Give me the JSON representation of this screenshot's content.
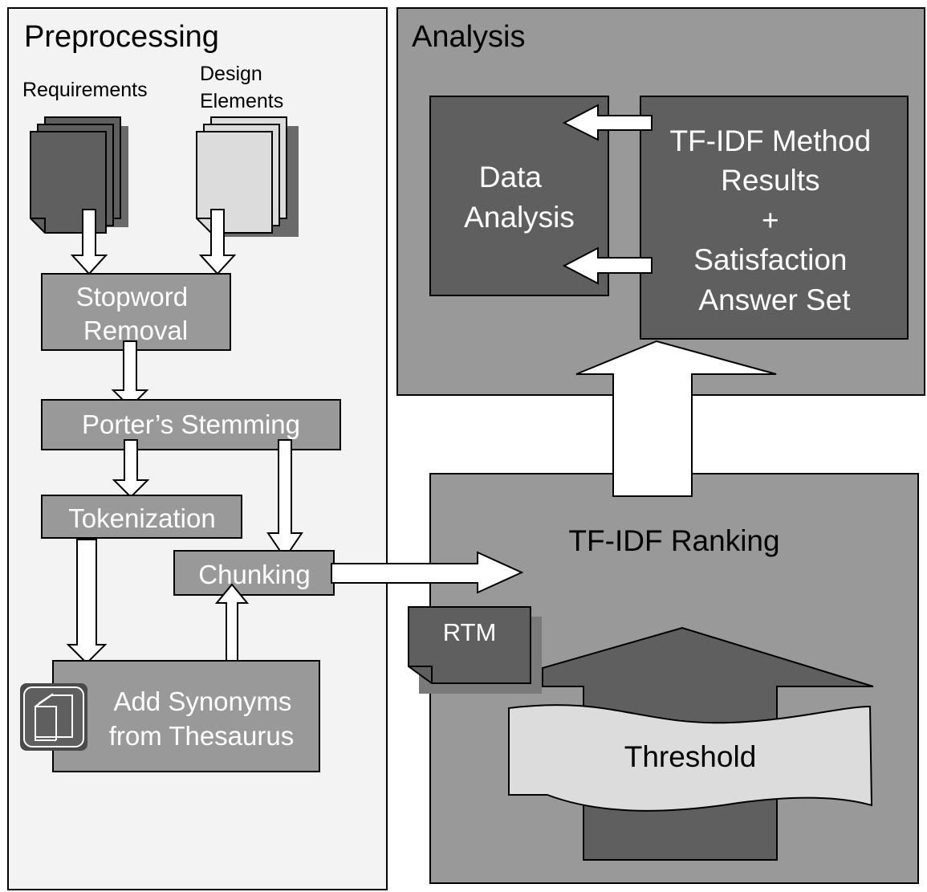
{
  "panels": {
    "preprocessing": "Preprocessing",
    "analysis": "Analysis"
  },
  "inputs": {
    "requirements": "Requirements",
    "design_elements": [
      "Design",
      "Elements"
    ]
  },
  "steps": {
    "stopword_removal": [
      "Stopword",
      "Removal"
    ],
    "porters_stemming": "Porter’s Stemming",
    "tokenization": "Tokenization",
    "chunking": "Chunking",
    "add_synonyms": [
      "Add Synonyms",
      "from Thesaurus"
    ]
  },
  "ranking": {
    "title": "TF-IDF Ranking",
    "rtm": "RTM",
    "threshold": "Threshold"
  },
  "analysis": {
    "data_analysis": [
      "Data",
      "Analysis"
    ],
    "results": [
      "TF-IDF Method",
      "Results",
      "+",
      "Satisfaction",
      "Answer Set"
    ]
  },
  "colors": {
    "page": "#ffffff",
    "panel_light": "#f3f3f3",
    "panel_mid": "#999999",
    "panel_dark": "#5f5f5f",
    "step_box": "#999999",
    "banner": "#dcdcdc",
    "outline": "#000000",
    "box_text_light": "#ffffff",
    "box_text_dark": "#000000"
  }
}
